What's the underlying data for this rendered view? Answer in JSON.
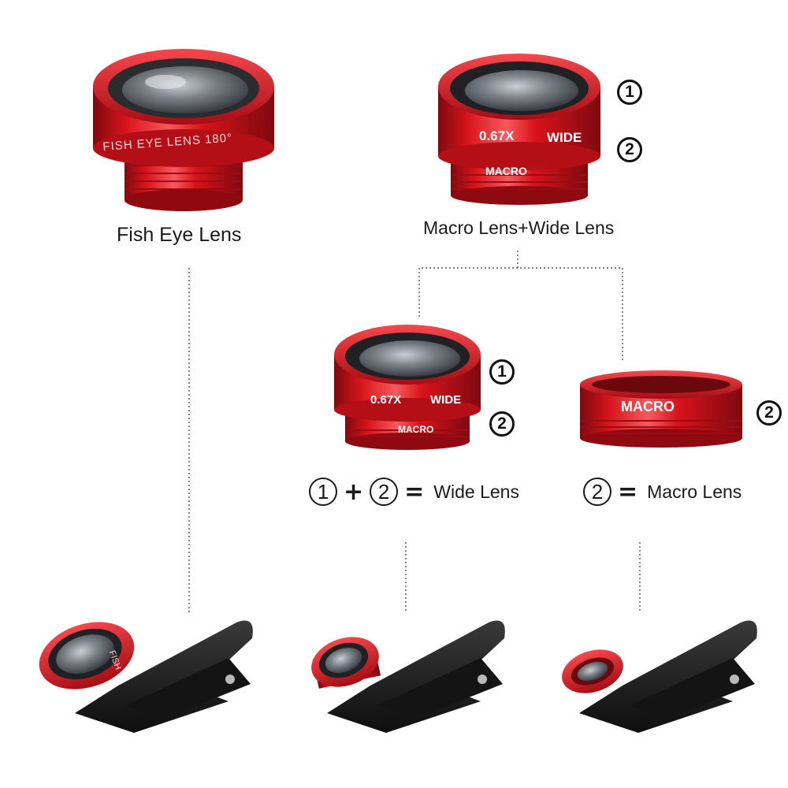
{
  "captions": {
    "fish_eye": "Fish Eye Lens",
    "macro_wide": "Macro Lens+Wide Lens"
  },
  "equation_wide": {
    "left": "1",
    "plus": "+",
    "right": "2",
    "equals": "=",
    "result": "Wide Lens"
  },
  "equation_macro": {
    "left": "2",
    "equals": "=",
    "result": "Macro Lens"
  },
  "lens_print": {
    "fish_eye": "FISH EYE LENS 180°",
    "fish_short": "FISH",
    "wide": "0.67X",
    "wide_word": "WIDE",
    "macro": "MACRO"
  },
  "markers": {
    "one": "1",
    "two": "2"
  },
  "colors": {
    "lens_red": "#d8131b",
    "lens_dark_red": "#8e0a10",
    "lens_highlight": "#f27a7a",
    "clip_black": "#1c1c1c",
    "glass": "#5d6168",
    "text": "#1a1a1a",
    "line": "#555555"
  }
}
